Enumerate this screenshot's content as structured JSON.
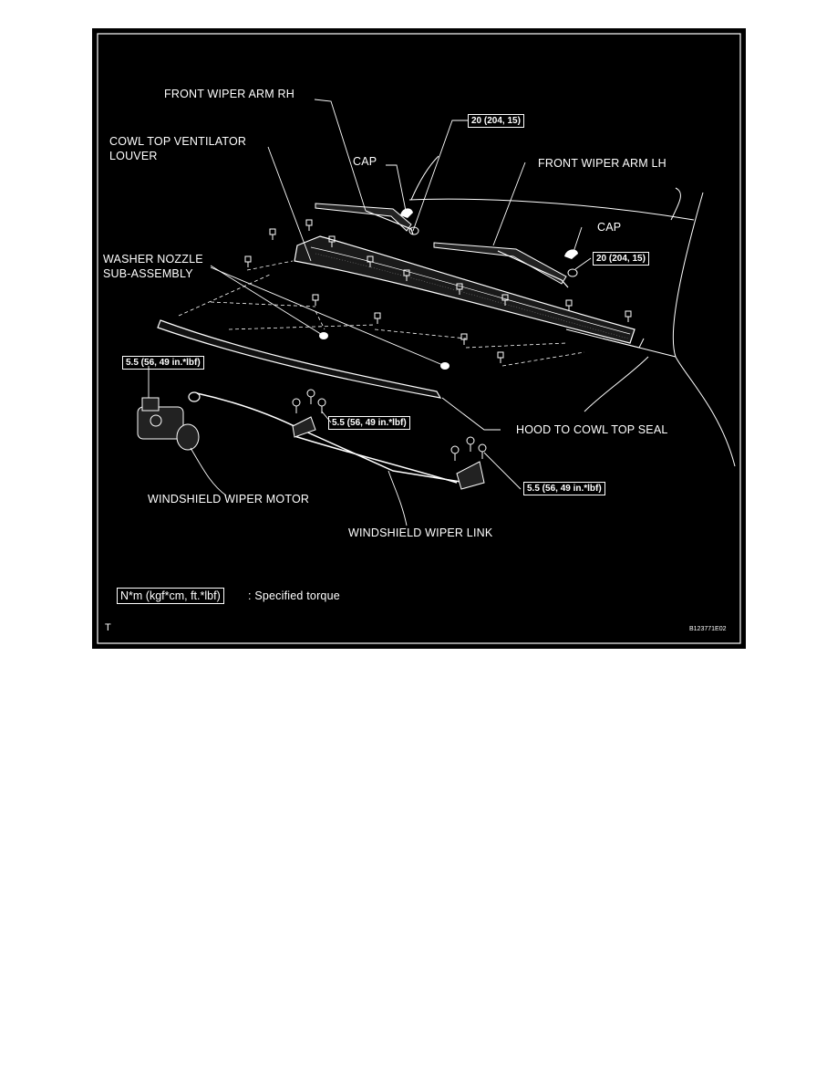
{
  "labels": {
    "front_wiper_arm_rh": "FRONT WIPER ARM RH",
    "cowl_top_ventilator_louver_1": "COWL TOP VENTILATOR",
    "cowl_top_ventilator_louver_2": "LOUVER",
    "cap_rh": "CAP",
    "front_wiper_arm_lh": "FRONT WIPER ARM LH",
    "cap_lh": "CAP",
    "washer_nozzle_1": "WASHER NOZZLE",
    "washer_nozzle_2": "SUB-ASSEMBLY",
    "hood_to_cowl_top_seal": "HOOD TO COWL TOP SEAL",
    "windshield_wiper_motor": "WINDSHIELD WIPER MOTOR",
    "windshield_wiper_link": "WINDSHIELD WIPER LINK"
  },
  "torques": {
    "arm_rh_nut": "20 (204, 15)",
    "arm_lh_nut": "20 (204, 15)",
    "motor_bolt": "5.5 (56, 49 in.*lbf)",
    "link_bolt_center": "5.5 (56, 49 in.*lbf)",
    "link_bolt_right": "5.5 (56, 49 in.*lbf)"
  },
  "legend": {
    "unit_box": "N*m (kgf*cm, ft.*lbf)",
    "description": ": Specified torque"
  },
  "footer": {
    "corner_mark": "T",
    "figure_id": "B123771E02"
  },
  "colors": {
    "background": "#000000",
    "linework": "#ffffff",
    "page": "#ffffff"
  }
}
